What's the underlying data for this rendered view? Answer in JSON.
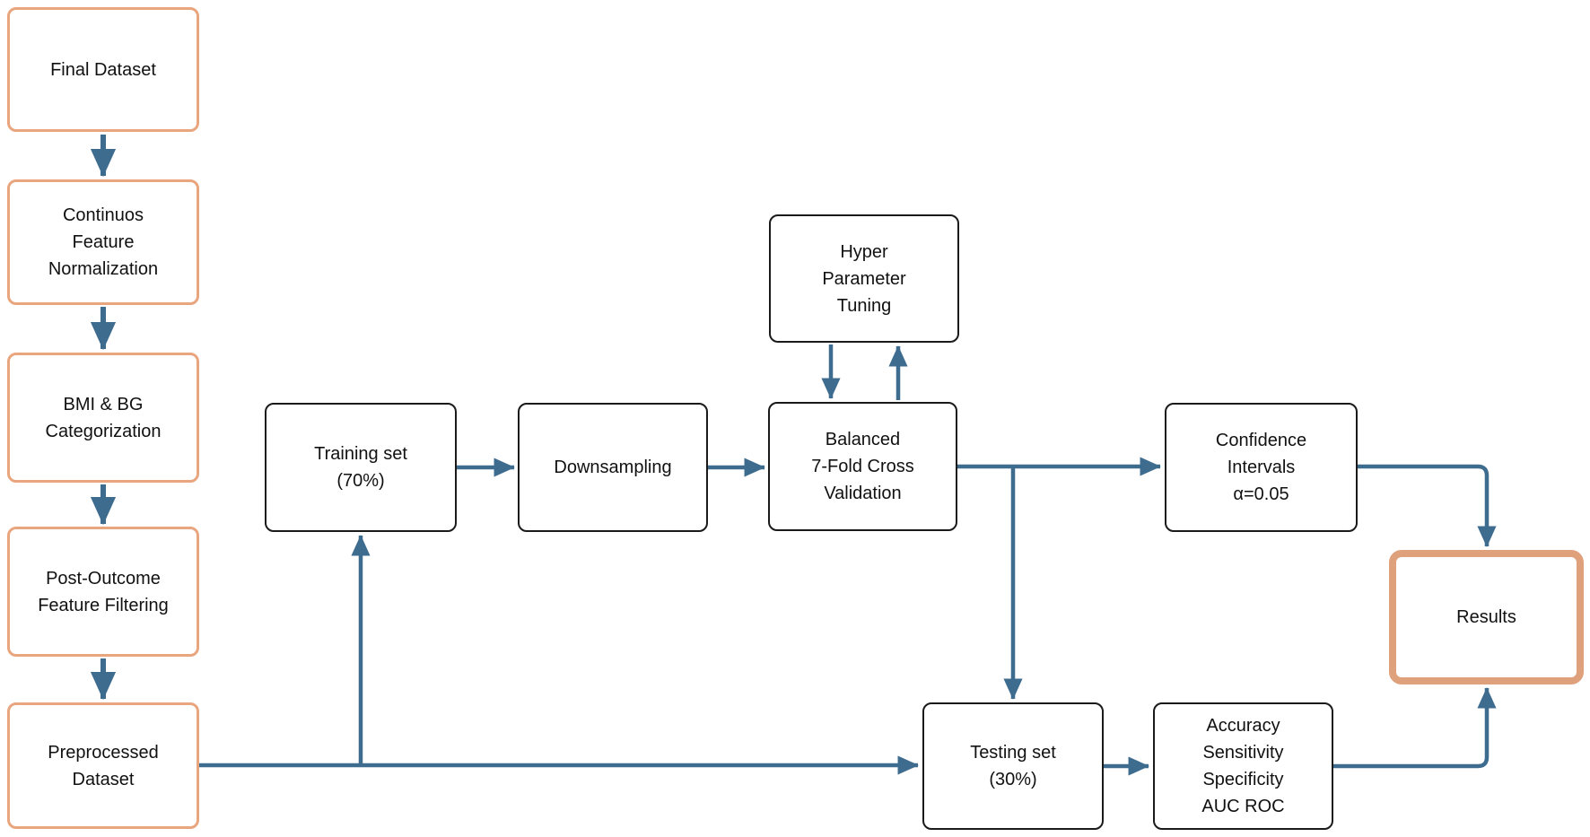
{
  "diagram": {
    "title": "ML pipeline flowchart",
    "colors": {
      "arrow": "#3E6C8F",
      "preprocess_border": "#E8A57E",
      "process_border": "#1A1A1A",
      "result_border": "#DFA07C",
      "node_fill": "#FFFFFF",
      "text": "#111111",
      "background": "#FFFFFF"
    },
    "nodes": {
      "final_dataset": {
        "label": "Final Dataset"
      },
      "feature_normalization": {
        "label": "Continuos\nFeature\nNormalization"
      },
      "bmi_bg_categorization": {
        "label": "BMI & BG\nCategorization"
      },
      "post_outcome_filtering": {
        "label": "Post-Outcome\nFeature Filtering"
      },
      "preprocessed_dataset": {
        "label": "Preprocessed\nDataset"
      },
      "training_set": {
        "label": "Training set\n(70%)"
      },
      "downsampling": {
        "label": "Downsampling"
      },
      "hyperparameter_tuning": {
        "label": "Hyper\nParameter\nTuning"
      },
      "balanced_cross_validation": {
        "label": "Balanced\n7-Fold Cross\nValidation"
      },
      "confidence_intervals": {
        "label": "Confidence\nIntervals\nα=0.05"
      },
      "testing_set": {
        "label": "Testing set\n(30%)"
      },
      "evaluation_metrics": {
        "label": "Accuracy\nSensitivity\nSpecificity\nAUC ROC"
      },
      "results": {
        "label": "Results"
      }
    }
  }
}
